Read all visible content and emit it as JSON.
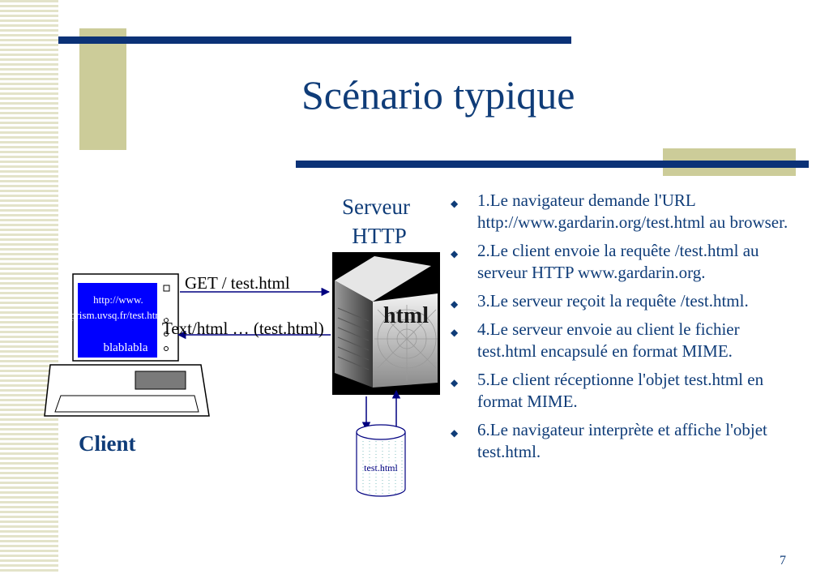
{
  "slide": {
    "title": "Scénario typique",
    "page_number": "7"
  },
  "diagram": {
    "server_label_line1": "Serveur",
    "server_label_line2": "HTTP",
    "client_label": "Client",
    "screen_url_line1": "http://www.",
    "screen_url_line2": "prism.uvsq.fr/test.html",
    "screen_body_text": "blablabla",
    "request_label": "GET / test.html",
    "response_label": "Text/html … (test.html)",
    "server_image_text": "html",
    "file_label": "test.html"
  },
  "steps": [
    "1.Le navigateur demande l'URL http://www.gardarin.org/test.html au browser.",
    "2.Le client envoie la requête /test.html au serveur HTTP www.gardarin.org.",
    "3.Le serveur reçoit la requête /test.html.",
    "4.Le serveur envoie au client le fichier test.html encapsulé en format MIME.",
    "5.Le client réceptionne l'objet test.html en format MIME.",
    "6.Le navigateur interprète et affiche l'objet test.html."
  ],
  "colors": {
    "title_text": "#0f3c78",
    "accent_bar": "#0b3277",
    "accent_block": "#cccc99",
    "screen_blue": "#0000ff"
  }
}
